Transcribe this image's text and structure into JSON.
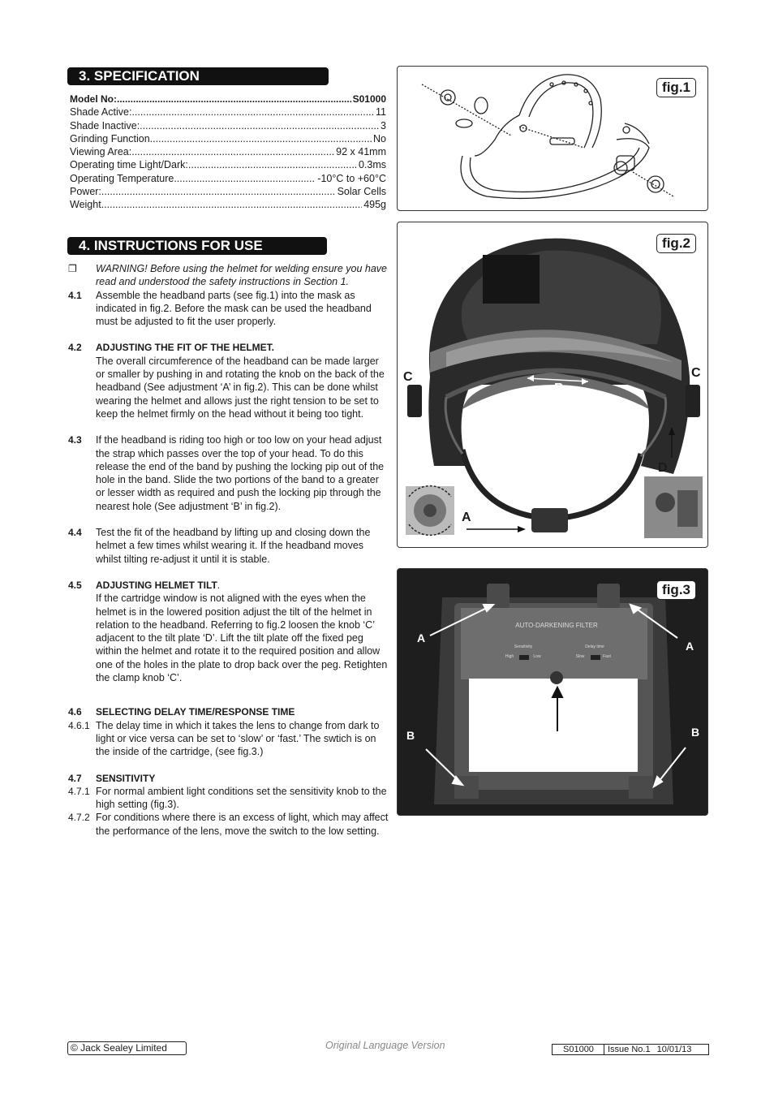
{
  "spec": {
    "heading": "3. SPECIFICATION",
    "rows": [
      {
        "label": "Model No:",
        "value": "S01000",
        "bold": true
      },
      {
        "label": "Shade Active: ",
        "value": "11"
      },
      {
        "label": "Shade Inactive:",
        "value": "3"
      },
      {
        "label": "Grinding Function",
        "value": "No"
      },
      {
        "label": "Viewing Area: ",
        "value": "92 x 41mm"
      },
      {
        "label": "Operating time Light/Dark: ",
        "value": "0.3ms"
      },
      {
        "label": "Operating Temperature ",
        "value": "-10°C to +60°C"
      },
      {
        "label": "Power: ",
        "value": "Solar Cells"
      },
      {
        "label": "Weight",
        "value": "495g"
      }
    ]
  },
  "instructions": {
    "heading": "4. INSTRUCTIONS FOR USE",
    "warning_bullet": "❐",
    "warning": "WARNING! Before using the helmet for welding ensure you have read and understood the safety instructions in Section 1.",
    "p41_num": "4.1",
    "p41": "Assemble the headband parts (see fig.1) into the mask as indicated in fig.2. Before the mask can be used the headband must be adjusted to fit the user properly.",
    "p42_num": "4.2",
    "p42_head": "ADJUSTING THE FIT OF THE HELMET.",
    "p42": "The overall circumference of the headband can be made larger or smaller by pushing in and rotating the knob on the back of the headband (See adjustment ‘A’ in fig.2). This can be done whilst wearing the helmet and allows just the right tension to be set to keep the helmet firmly on the head without it being too tight.",
    "p43_num": "4.3",
    "p43": "If the headband is riding too high or too low on your head adjust the strap which passes over the top of your head. To do this release the end of the band by pushing the locking pip out of the hole in the band. Slide the two portions of the band to a greater or lesser width as required and push the locking pip through the nearest hole (See adjustment ‘B’ in fig.2).",
    "p44_num": "4.4",
    "p44": "Test the fit of the headband by lifting up and closing down the helmet a few times whilst wearing it. If the headband moves whilst tilting re-adjust it until it is stable.",
    "p45_num": "4.5",
    "p45_head": "ADJUSTING HELMET TILT",
    "p45": "If the cartridge window is not aligned with the eyes when the helmet is in the lowered position adjust the tilt of the helmet in relation to the headband. Referring to fig.2 loosen the knob ‘C’ adjacent to the tilt plate ‘D’. Lift the tilt plate off the fixed peg within the helmet and rotate it to the required position and allow one of the holes in the plate to drop back over the peg. Retighten the clamp knob ‘C’.",
    "p46_num": "4.6",
    "p46_head": "SELECTING DELAY TIME/RESPONSE TIME",
    "p461_num": "4.6.1",
    "p461": "The delay time in which it takes the lens to change from dark to light or vice versa can be set to ‘slow’ or ‘fast.’ The swtich is on the inside of the cartridge, (see fig.3.)",
    "p47_num": "4.7",
    "p47_head": "SENSITIVITY",
    "p471_num": "4.7.1",
    "p471": "For normal ambient light conditions set the sensitivity knob to the high setting (fig.3).",
    "p472_num": "4.7.2",
    "p472": "For conditions where there is an excess of light, which may affect the performance of the lens, move the switch to the low setting."
  },
  "figures": {
    "fig1": "fig.1",
    "fig2": "fig.2",
    "fig3": "fig.3",
    "fig2_letters": {
      "c": "C",
      "b": "B",
      "d": "D",
      "a": "A"
    },
    "fig3_letters": {
      "a": "A",
      "b": "B"
    },
    "filter_title": "AUTO-DARKENING FILTER",
    "sensitivity": "Sensitivity",
    "high": "High",
    "low": "Low",
    "delay": "Delay time",
    "slow": "Slow",
    "fast": "Fast"
  },
  "footer": {
    "copyright": "© Jack Sealey Limited",
    "language": "Original Language Version",
    "model": "S01000",
    "issue": "Issue No.1",
    "date": "10/01/13"
  }
}
